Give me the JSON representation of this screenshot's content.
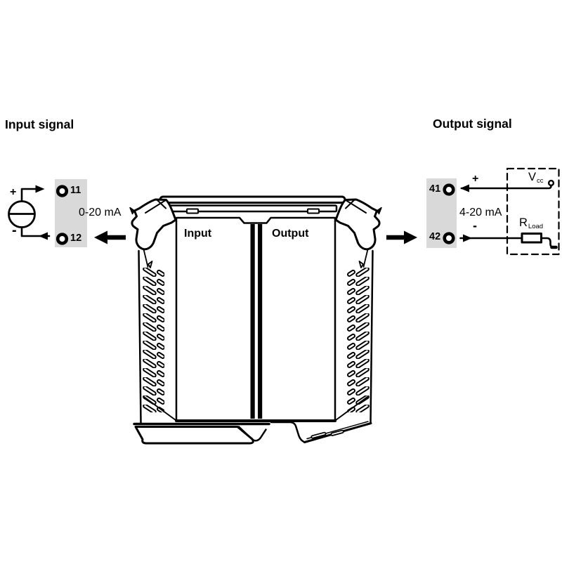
{
  "titles": {
    "input": "Input signal",
    "output": "Output signal"
  },
  "module": {
    "left_label": "Input",
    "right_label": "Output"
  },
  "input_circuit": {
    "range": "0-20 mA",
    "source": {
      "plus": "+",
      "minus": "-"
    },
    "terminals": [
      {
        "id": "11"
      },
      {
        "id": "12"
      }
    ]
  },
  "output_circuit": {
    "range": "4-20 mA",
    "wire_plus": "+",
    "wire_minus": "-",
    "supply": {
      "label": "V",
      "subscript": "cc"
    },
    "load": {
      "label": "R",
      "subscript": "Load"
    },
    "terminals": [
      {
        "id": "41"
      },
      {
        "id": "42"
      }
    ]
  },
  "colors": {
    "line": "#000000",
    "terminal_block": "#d9d9d9",
    "background": "#ffffff"
  }
}
